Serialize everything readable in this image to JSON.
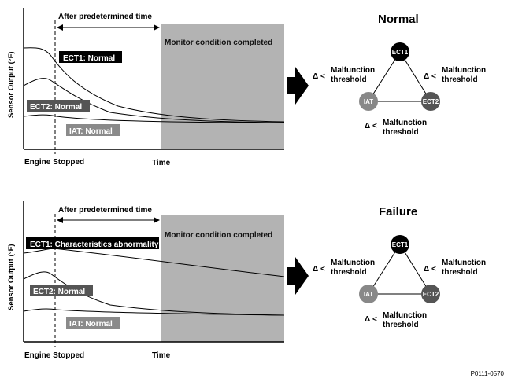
{
  "panels": [
    {
      "id": "normal",
      "after_time_label": "After predetermined time",
      "monitor_label": "Monitor condition completed",
      "y_axis_label": "Sensor Output (°F)",
      "x_start_label": "Engine Stopped",
      "x_end_label": "Time",
      "ect1_tag": "ECT1: Normal",
      "ect2_tag": "ECT2: Normal",
      "iat_tag": "IAT: Normal",
      "title": "Normal",
      "node_ect1": "ECT1",
      "node_ect2": "ECT2",
      "node_iat": "IAT",
      "delta": "Δ <",
      "mf_line1": "Malfunction",
      "mf_line2": "threshold"
    },
    {
      "id": "failure",
      "after_time_label": "After predetermined time",
      "monitor_label": "Monitor condition completed",
      "y_axis_label": "Sensor Output (°F)",
      "x_start_label": "Engine Stopped",
      "x_end_label": "Time",
      "ect1_tag": "ECT1: Characteristics abnormality",
      "ect2_tag": "ECT2: Normal",
      "iat_tag": "IAT: Normal",
      "title": "Failure",
      "node_ect1": "ECT1",
      "node_ect2": "ECT2",
      "node_iat": "IAT",
      "delta": "Δ <",
      "mf_line1": "Malfunction",
      "mf_line2": "threshold"
    }
  ],
  "footer_code": "P0111-0570",
  "colors": {
    "shade": "#b3b3b3",
    "ect1_node": "#000000",
    "ect2_node": "#555555",
    "iat_node": "#888888",
    "ect1_tag": "#000000",
    "ect2_tag": "#555555",
    "iat_tag": "#8a8a8a"
  }
}
